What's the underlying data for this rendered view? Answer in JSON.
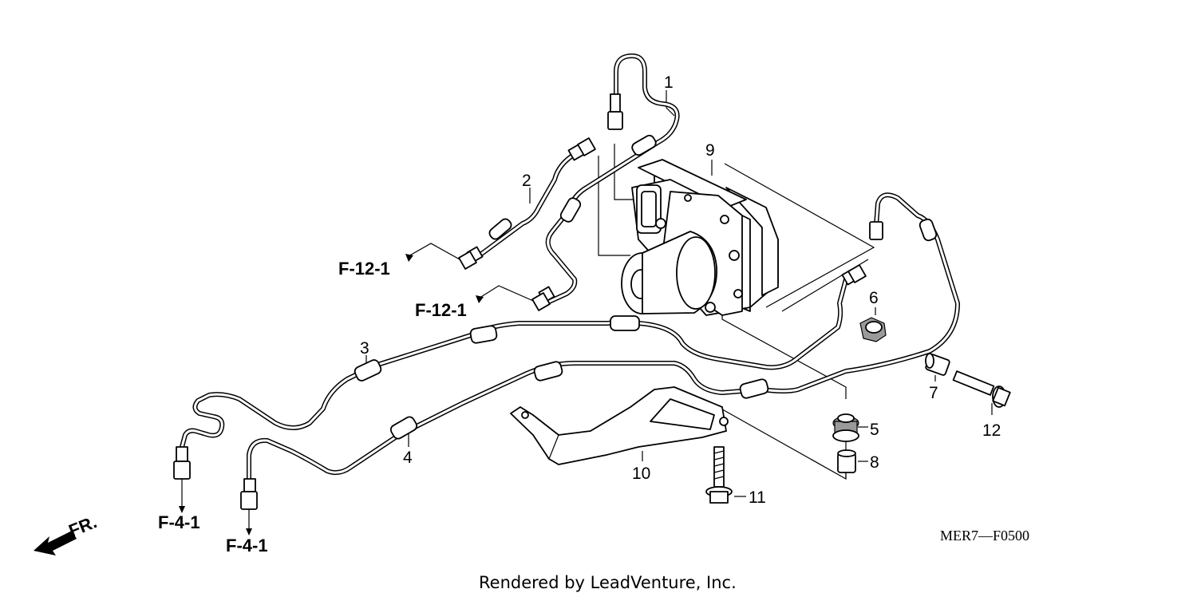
{
  "callouts": {
    "p1": "1",
    "p2": "2",
    "p3": "3",
    "p4": "4",
    "p5": "5",
    "p6": "6",
    "p7": "7",
    "p8": "8",
    "p9": "9",
    "p10": "10",
    "p11": "11",
    "p12": "12"
  },
  "references": {
    "f12_upper": "F-12-1",
    "f12_lower": "F-12-1",
    "f4_left": "F-4-1",
    "f4_right": "F-4-1"
  },
  "front_indicator": "FR.",
  "diagram_code": "MER7—F0500",
  "credit": "Rendered by LeadVenture, Inc."
}
